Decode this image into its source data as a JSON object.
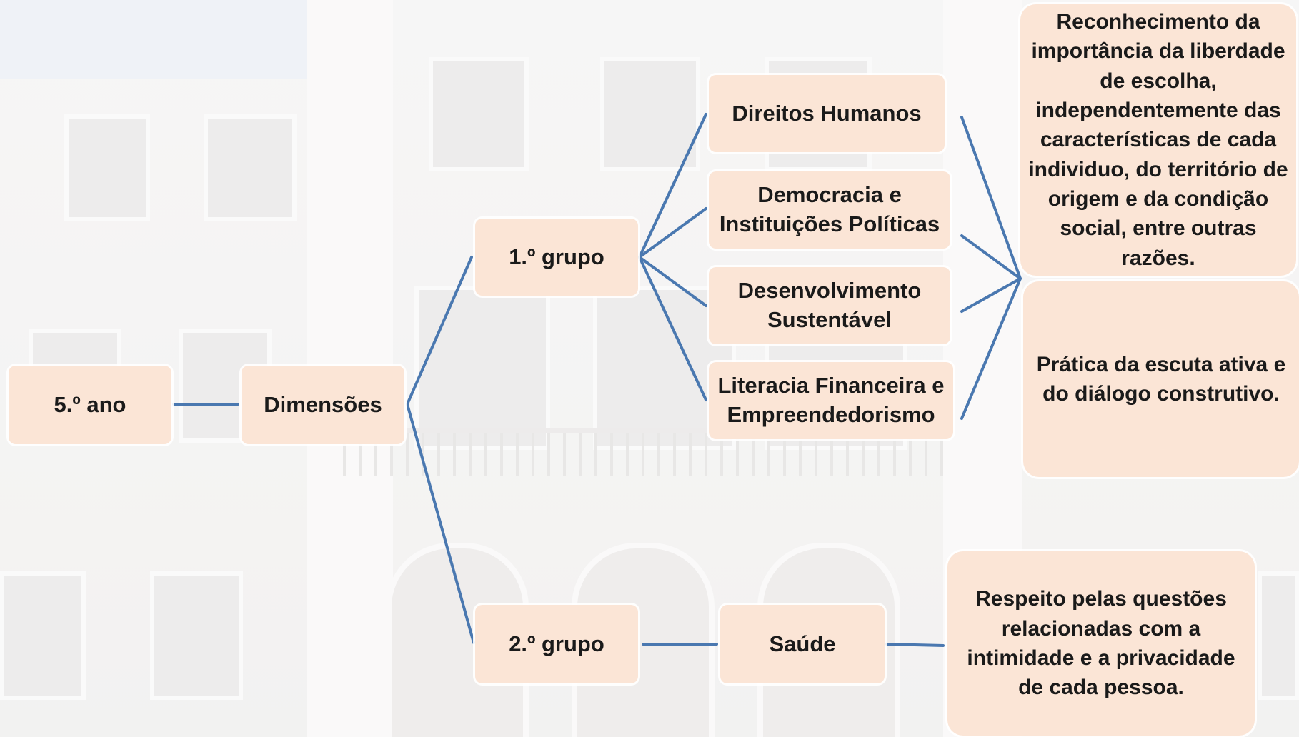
{
  "diagram": {
    "nodes": {
      "ano": "5.º ano",
      "dimensoes": "Dimensões",
      "grupo1": "1.º grupo",
      "grupo2": "2.º grupo",
      "direitos": "Direitos Humanos",
      "democracia": "Democracia e Instituições Políticas",
      "desenvolvimento": "Desenvolvimento Sustentável",
      "literacia": "Literacia Financeira e Empreendedorismo",
      "saude": "Saúde",
      "reconhecimento": "Reconhecimento da importância da liberdade de escolha, independentemente das características de cada individuo, do território de origem e da condição social, entre outras razões.",
      "pratica": "Prática da escuta ativa e do diálogo construtivo.",
      "respeito": "Respeito pelas questões relacionadas com a intimidade e a privacidade de cada pessoa."
    },
    "colors": {
      "node_fill": "#fbe5d6",
      "connector": "#4a78b0"
    }
  }
}
